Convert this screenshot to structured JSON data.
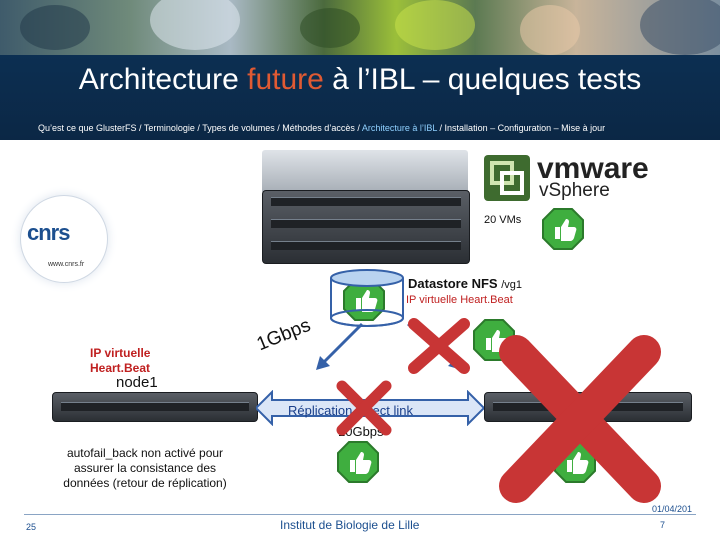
{
  "header": {
    "title_part1": "Architecture ",
    "title_accent": "future",
    "title_part2": " à l’IBL – quelques tests",
    "breadcrumb_plain": "Qu’est ce que GlusterFS / Terminologie / Types de volumes / Méthodes d’accès / ",
    "breadcrumb_current": "Architecture à l’IBL",
    "breadcrumb_tail": " / Installation – Configuration – Mise à jour"
  },
  "logo": {
    "name": "cnrs",
    "url": "www.cnrs.fr"
  },
  "vmware": {
    "brand": "vmware",
    "product": "vSphere",
    "vm_count": "20 VMs"
  },
  "datastore": {
    "label": "Datastore NFS",
    "path": "/vg1",
    "virtual_ip": "IP virtuelle Heart.Beat"
  },
  "left_node": {
    "virtual_ip": "IP virtuelle Heart.Beat",
    "name": "node1"
  },
  "links": {
    "network_speed": "1Gbps",
    "replication": "Réplication Direct link",
    "replication_speed": "10Gbps"
  },
  "note": "autofail_back non activé pour assurer la consistance des données (retour de réplication)",
  "footer": {
    "page_number": "25",
    "institute": "Institut de Biologie de Lille",
    "date_line1": "01/04/201",
    "date_line2": "7"
  },
  "icons": {
    "thumbs_up": "thumbs-up-icon",
    "failure": "cross-icon",
    "arrow": "arrow-icon"
  },
  "colors": {
    "header_bg": "#0c2f52",
    "accent": "#e05a33",
    "ok_green": "#3fae3f",
    "fail_red": "#c83535",
    "arrow_blue": "#3561a8"
  }
}
